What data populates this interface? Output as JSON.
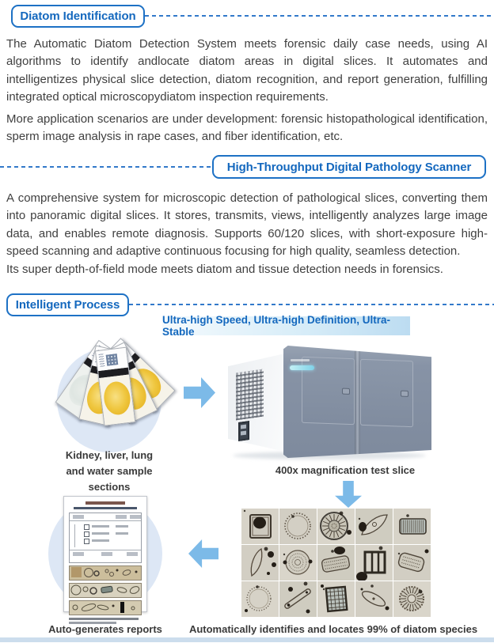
{
  "colors": {
    "accent_blue": "#1468be",
    "border_blue": "#1d71c5",
    "dashed_blue": "#3279ca",
    "body_text": "#3f3f3f",
    "arrow_blue": "#7cbae8",
    "banner_bg": "#bcdcf1",
    "circle_bg": "#dde7f5",
    "bottom_bar": "#ccdded"
  },
  "headers": {
    "diatom_identification": "Diatom Identification",
    "pathology_scanner": "High-Throughput Digital Pathology Scanner",
    "intelligent_process": "Intelligent Process"
  },
  "paragraphs": {
    "p1": "The Automatic Diatom Detection System meets forensic daily case needs, using AI algorithms to identify andlocate diatom areas in digital slices. It automates and intelligentizes physical slice detection, diatom recognition, and report generation, fulfilling integrated optical microscopydiatom inspection requirements.",
    "p2": "More application scenarios are under development: forensic histopathological identification, sperm image analysis in rape cases, and fiber identification, etc.",
    "p3": "A comprehensive system for microscopic detection of pathological slices, converting them into panoramic digital slices. It stores, transmits, views, intelligently analyzes large image data, and enables remote diagnosis. Supports 60/120 slices, with short-exposure high-speed scanning and adaptive continuous focusing for high quality, seamless detection.",
    "p3b": "Its super depth-of-field mode meets diatom and tissue detection needs in forensics."
  },
  "banner": {
    "text": "Ultra-high Speed, Ultra-high Definition, Ultra-Stable"
  },
  "process": {
    "captions": {
      "samples": "Kidney, liver, lung\nand water sample\nsections",
      "scanner": "400x magnification test slice",
      "reports": "Auto-generates reports",
      "identify": "Automatically identifies and locates 99% of diatom species"
    },
    "diatom_grid": {
      "rows": 3,
      "cols": 5,
      "cells": [
        "frame-blob",
        "tick-circle",
        "wheel-disc",
        "pointed-oval",
        "ribbed-capsule",
        "thin-leaf",
        "dotted-disc",
        "dotted-capsule",
        "ladder-box",
        "dotted-pill",
        "dotted-circle",
        "rod",
        "grid-square",
        "thin-oval",
        "spoke-disc"
      ]
    }
  }
}
